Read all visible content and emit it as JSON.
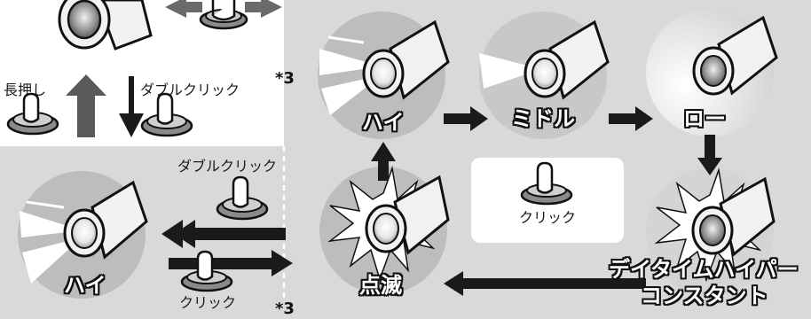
{
  "labels": {
    "long_press": "長押し",
    "double_click_top": "ダブルクリック",
    "double_click_mid": "ダブルクリック",
    "click_center": "クリック",
    "click_bottom": "クリック"
  },
  "modes": {
    "high_top": "ハイ",
    "middle": "ミドル",
    "low": "ロー",
    "flash": "点滅",
    "high_left": "ハイ",
    "daytime_line1": "デイタイムハイパー",
    "daytime_line2": "コンスタント"
  },
  "footnotes": {
    "top": "*3",
    "bottom": "*3"
  },
  "colors": {
    "background": "#d9d9d9",
    "panel": "#ffffff",
    "arrow": "#1a1a1a",
    "arrow_up_gray": "#5a5a5a"
  }
}
